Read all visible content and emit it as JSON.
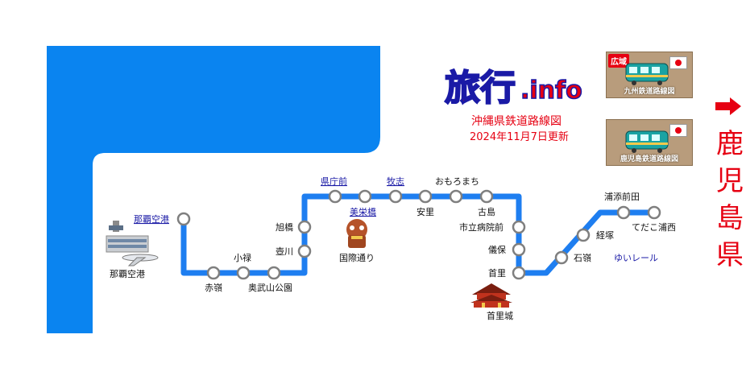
{
  "logo": {
    "text_main": "旅行",
    "text_info": ".info"
  },
  "title": "沖縄県鉄道路線図",
  "updated": "2024年11月7日更新",
  "line_name": "ゆいレール",
  "stations": [
    {
      "name": "那覇空港",
      "link": true
    },
    {
      "name": "赤嶺",
      "link": false
    },
    {
      "name": "小禄",
      "link": false
    },
    {
      "name": "奥武山公園",
      "link": false
    },
    {
      "name": "壺川",
      "link": false
    },
    {
      "name": "旭橋",
      "link": false
    },
    {
      "name": "県庁前",
      "link": true
    },
    {
      "name": "美栄橋",
      "link": true
    },
    {
      "name": "牧志",
      "link": true
    },
    {
      "name": "安里",
      "link": false
    },
    {
      "name": "おもろまち",
      "link": false
    },
    {
      "name": "古島",
      "link": false
    },
    {
      "name": "市立病院前",
      "link": false
    },
    {
      "name": "儀保",
      "link": false
    },
    {
      "name": "首里",
      "link": false
    },
    {
      "name": "石嶺",
      "link": false
    },
    {
      "name": "経塚",
      "link": false
    },
    {
      "name": "浦添前田",
      "link": false
    },
    {
      "name": "てだこ浦西",
      "link": false
    }
  ],
  "landmarks": {
    "airport": "那覇空港",
    "kokusai": "国際通り",
    "shuri_castle": "首里城"
  },
  "region_buttons": [
    {
      "badge": "広域",
      "caption": "九州鉄道路線図"
    },
    {
      "badge": "",
      "caption": "鹿児島鉄道路線図"
    }
  ],
  "next_prefecture": {
    "name": "鹿児島県"
  },
  "colors": {
    "sea": "#0a84f0",
    "line": "#1e7ef0",
    "station_fill": "#ffffff",
    "station_stroke": "#7f7f7f",
    "accent_red": "#e60012",
    "link": "#1a1aa6"
  }
}
